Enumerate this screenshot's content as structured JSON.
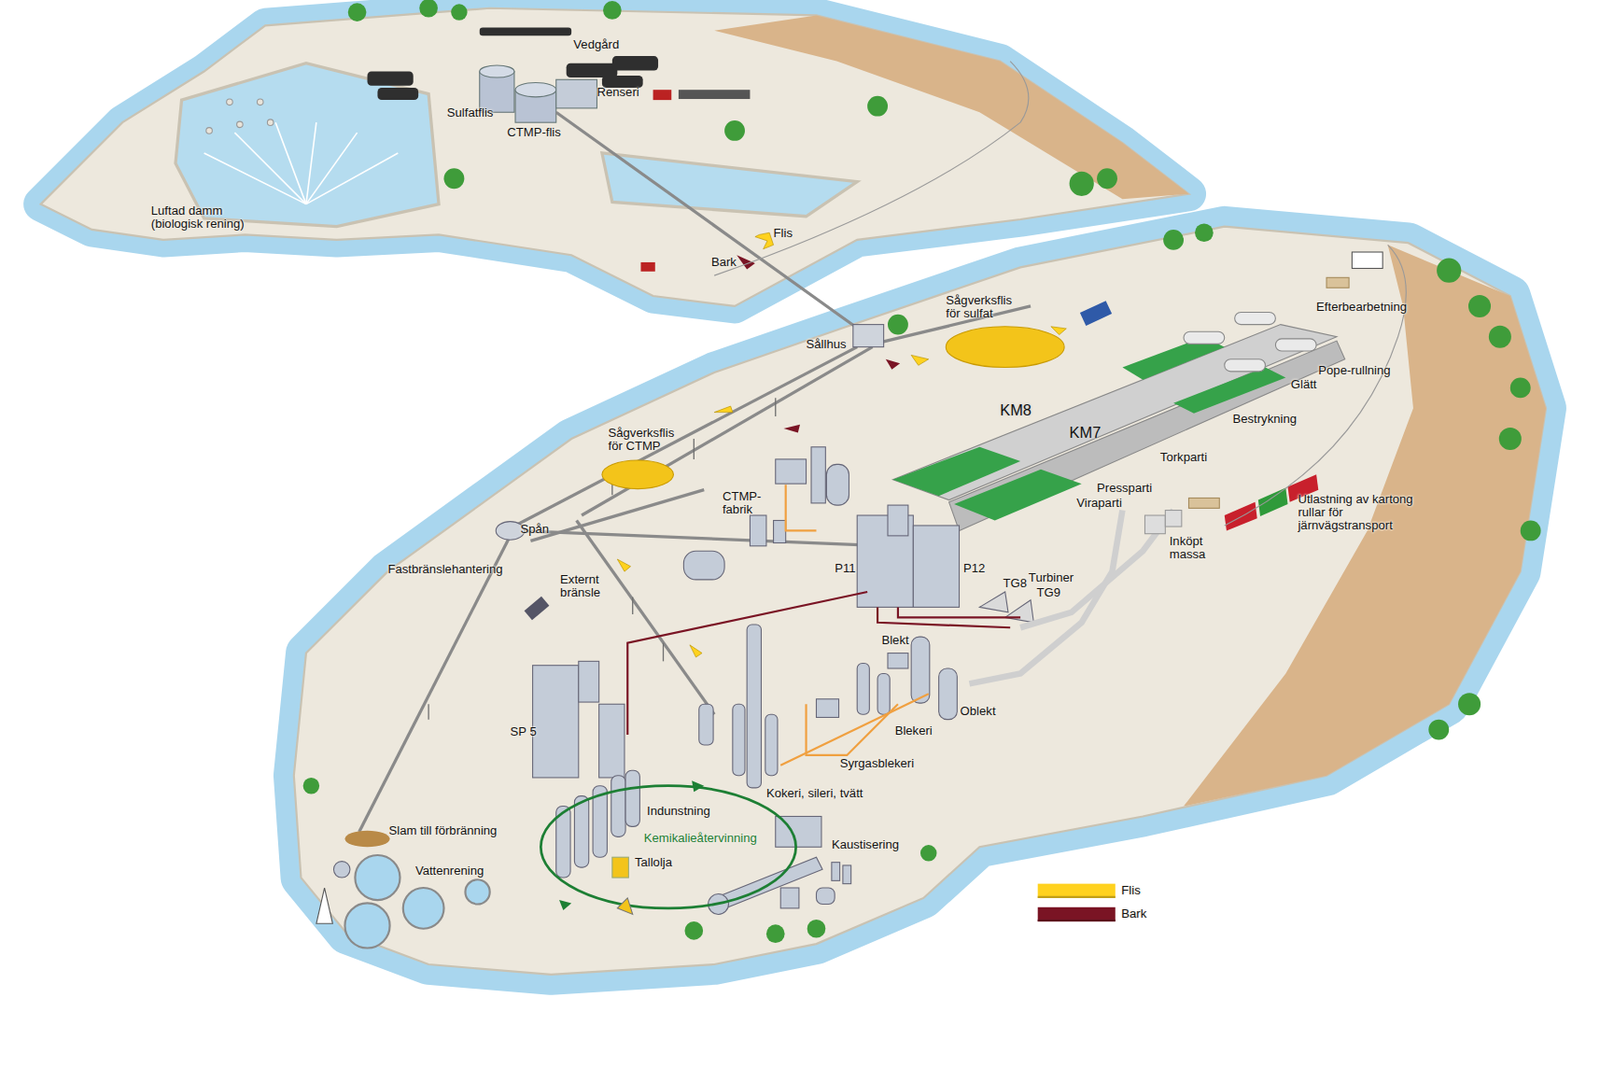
{
  "diagram": {
    "labels": [
      "Vedgård",
      "Renseri",
      "Sulfatflis",
      "CTMP-flis",
      "Luftad damm (biologisk rening)",
      "Flis",
      "Bark",
      "Sågverksflis för sulfat",
      "Sållhus",
      "Efterbearbetning",
      "Pope-rullning",
      "Glätt",
      "Bestrykning",
      "KM8",
      "KM7",
      "Torkparti",
      "Sågverksflis för CTMP",
      "CTMP-fabrik",
      "Pressparti",
      "Viraparti",
      "Utlastning av kartong rullar för järnvägstransport",
      "Inköpt massa",
      "Spån",
      "Fastbränslehantering",
      "Externt bränsle",
      "P11",
      "P12",
      "TG8",
      "Turbiner",
      "TG9",
      "Blekt",
      "Oblekt",
      "Blekeri",
      "SP 5",
      "Syrgasblekeri",
      "Kokeri, sileri, tvätt",
      "Indunstning",
      "Kemikalieåtervinning",
      "Kaustisering",
      "Tallolja",
      "Slam till förbränning",
      "Vattenrening"
    ],
    "legend": [
      {
        "text": "Flis",
        "color": "#ffd21f"
      },
      {
        "text": "Bark",
        "color": "#7a1424"
      }
    ]
  }
}
